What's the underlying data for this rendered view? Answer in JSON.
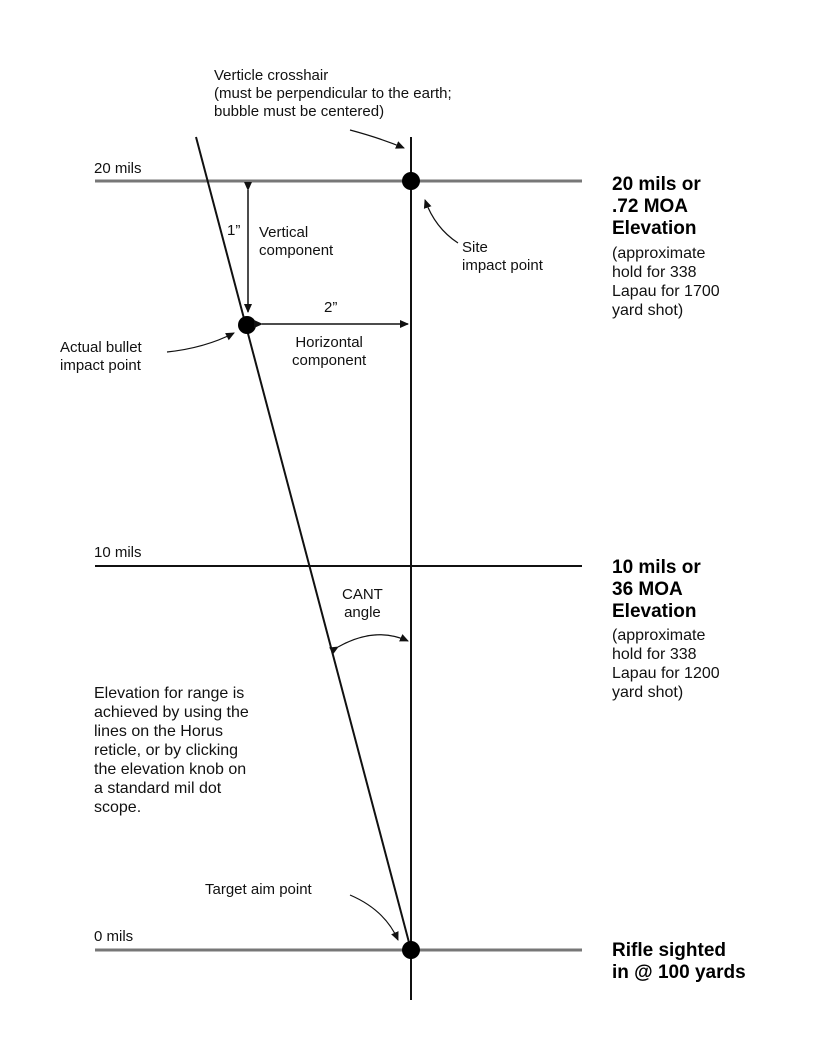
{
  "crosshair_note": "Verticle crosshair\n(must be perpendicular to the earth;\nbubble must be centered)",
  "lines": {
    "mils_20": "20 mils",
    "mils_10": "10 mils",
    "mils_0": "0 mils"
  },
  "vertical_measure": "1”",
  "vertical_component": "Vertical\ncomponent",
  "horizontal_measure": "2”",
  "horizontal_component": "Horizontal\ncomponent",
  "site_impact": "Site\nimpact point",
  "actual_impact": "Actual bullet\nimpact point",
  "cant_angle": "CANT\nangle",
  "elevation_explanation": "Elevation for range is\nachieved by using the\nlines on the Horus\nreticle, or by clicking\nthe elevation knob on\na standard mil dot\nscope.",
  "target_aim": "Target aim point",
  "right_20": {
    "title": "20  mils or\n.72 MOA\nElevation",
    "detail": "(approximate\nhold for 338\nLapau for 1700\nyard shot)"
  },
  "right_10": {
    "title": "10 mils or\n36 MOA\nElevation",
    "detail": "(approximate\nhold for 338\nLapau for 1200\nyard shot)"
  },
  "right_0": {
    "title": "Rifle sighted\nin @ 100 yards"
  },
  "colors": {
    "ink": "#111111",
    "gray_line": "#777777"
  }
}
